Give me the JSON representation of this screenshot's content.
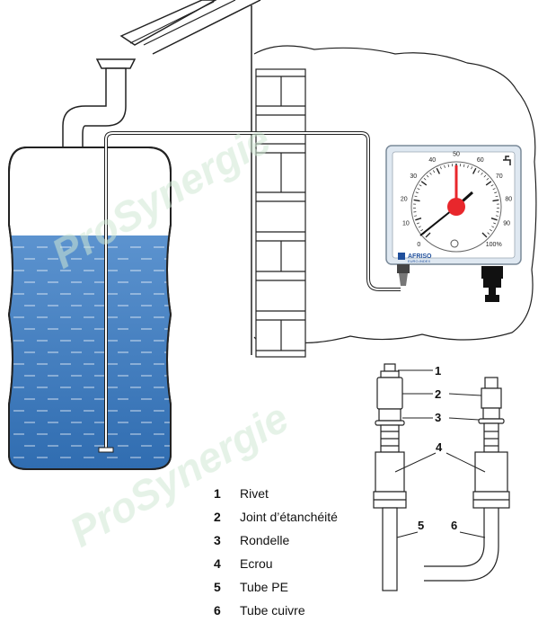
{
  "gauge": {
    "scale_labels": [
      "0",
      "10",
      "20",
      "30",
      "40",
      "50",
      "60",
      "70",
      "80",
      "90",
      "100%"
    ],
    "brand": "AFRISO",
    "brand_sub": "EURO-INDEX"
  },
  "callouts": [
    "1",
    "2",
    "3",
    "4",
    "5",
    "6"
  ],
  "legend": [
    {
      "num": "1",
      "label": "Rivet"
    },
    {
      "num": "2",
      "label": "Joint d’étanchéité"
    },
    {
      "num": "3",
      "label": "Rondelle"
    },
    {
      "num": "4",
      "label": "Ecrou"
    },
    {
      "num": "5",
      "label": "Tube PE"
    },
    {
      "num": "6",
      "label": "Tube cuivre"
    }
  ],
  "watermark": "ProSynergie",
  "colors": {
    "water_top": "#5c93cf",
    "water_bottom": "#2f6cb0",
    "needle_red": "#e8272c",
    "gauge_frame": "#d7e3ee",
    "brand_blue": "#1f4f9c",
    "watermark": "#cfe8d4"
  }
}
